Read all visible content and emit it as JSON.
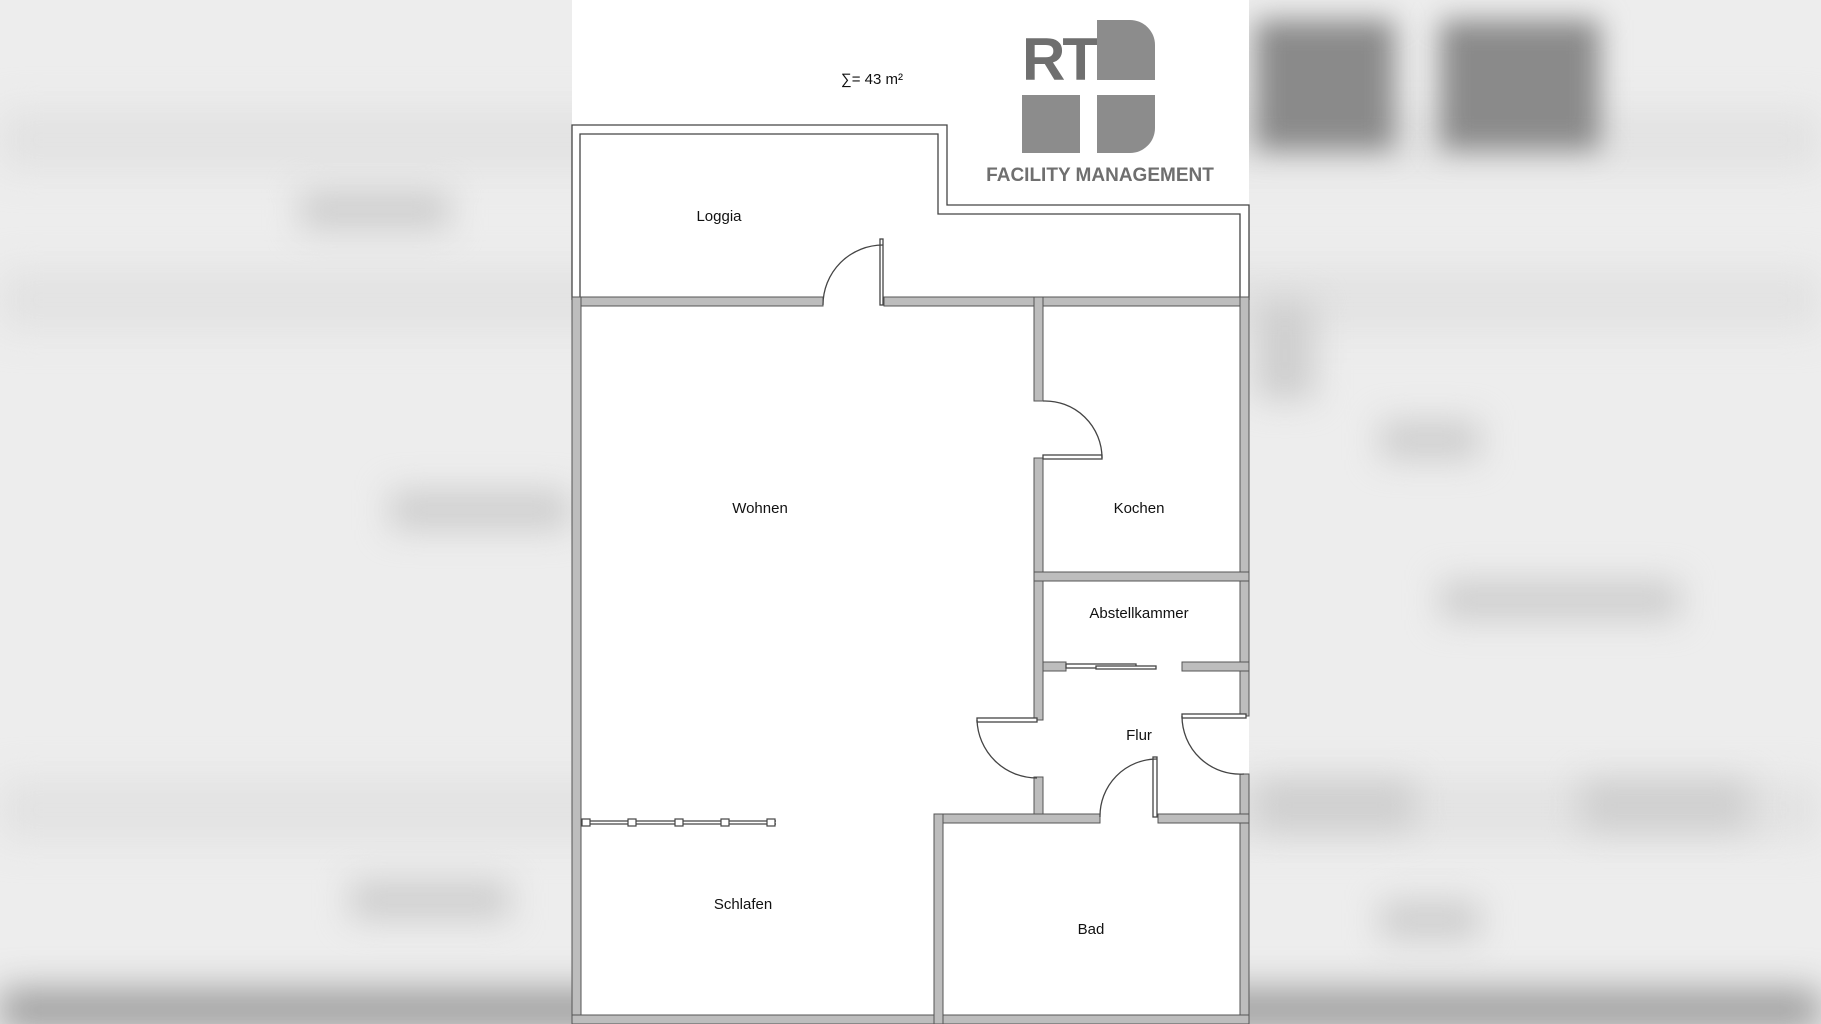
{
  "plan": {
    "total_area": "∑= 43 m²",
    "rooms": {
      "loggia": "Loggia",
      "wohnen": "Wohnen",
      "kochen": "Kochen",
      "abstellkammer": "Abstellkammer",
      "flur": "Flur",
      "schlafen": "Schlafen",
      "bad": "Bad"
    }
  },
  "logo": {
    "initials": "RT",
    "tagline": "FACILITY MANAGEMENT",
    "color": "#888888"
  },
  "colors": {
    "wall_fill": "#bdbdbd",
    "wall_stroke": "#555555",
    "background": "#ededed",
    "sheet": "#ffffff"
  }
}
